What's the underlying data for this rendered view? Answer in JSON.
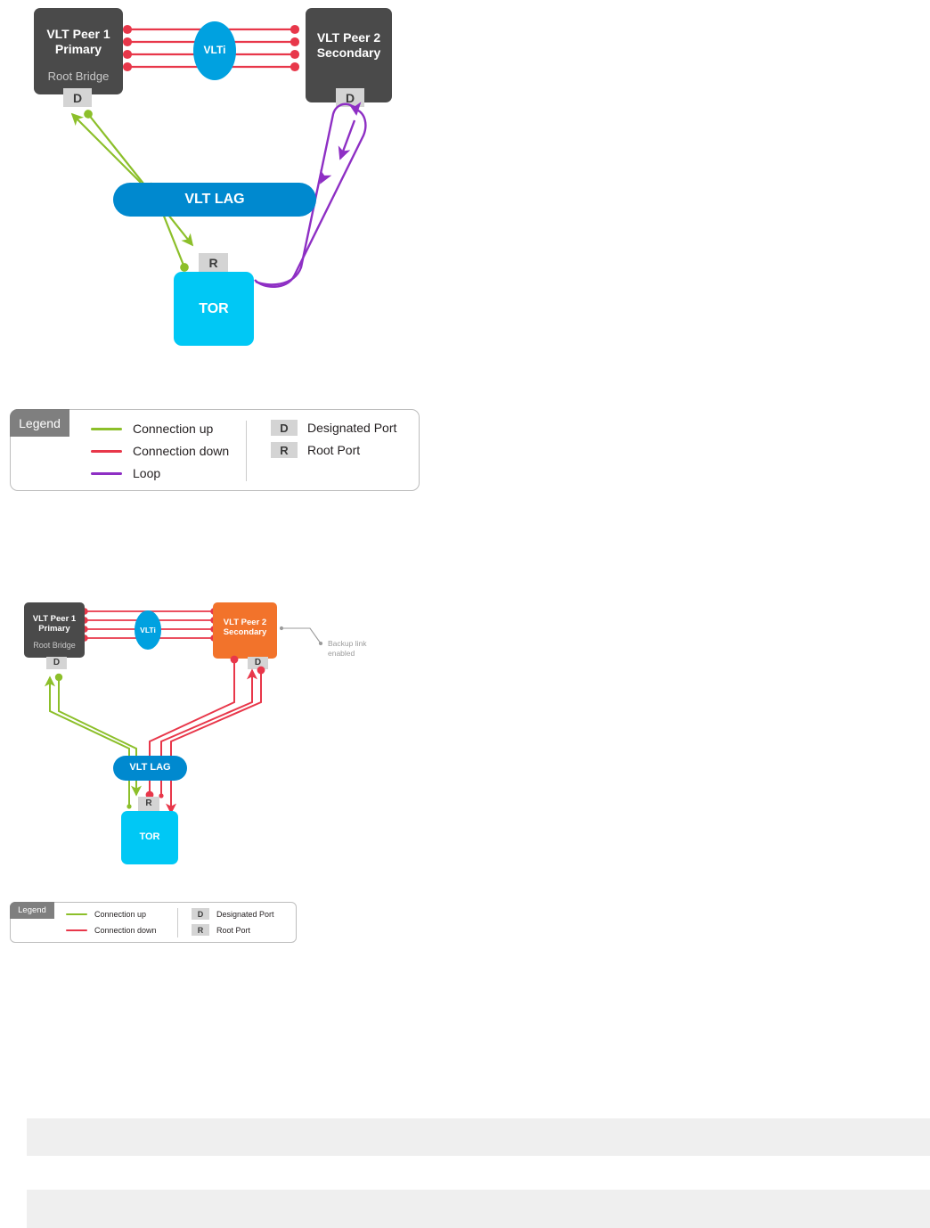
{
  "colors": {
    "peer_dark": "#4a4a4a",
    "peer_orange": "#f2732b",
    "vlti_blue": "#00a1e0",
    "vlt_lag_blue": "#0089cf",
    "tor_cyan": "#00c8f5",
    "connection_up_green": "#8cbf2a",
    "connection_down_red": "#e8374a",
    "loop_purple": "#8e2fc4",
    "port_badge_gray": "#d4d4d4",
    "legend_tab_gray": "#7f7f7f",
    "callout_gray": "#9b9b9b",
    "bottom_bar_gray": "#efefef"
  },
  "figure1": {
    "name": "vlt-stp-loop-topology",
    "nodes": {
      "peer1": {
        "title": "VLT Peer 1\nPrimary",
        "subtitle": "Root Bridge",
        "port": "D"
      },
      "peer2": {
        "title": "VLT Peer 2\nSecondary",
        "port": "D"
      },
      "vlti": {
        "label": "VLTi",
        "link_count": 4
      },
      "vlt_lag": {
        "label": "VLT LAG"
      },
      "tor": {
        "label": "TOR",
        "port": "R"
      }
    }
  },
  "legend1": {
    "title": "Legend",
    "lines": [
      {
        "label": "Connection up",
        "color": "#8cbf2a"
      },
      {
        "label": "Connection down",
        "color": "#e8374a"
      },
      {
        "label": "Loop",
        "color": "#8e2fc4"
      }
    ],
    "ports": [
      {
        "chip": "D",
        "label": "Designated Port"
      },
      {
        "chip": "R",
        "label": "Root Port"
      }
    ]
  },
  "figure2": {
    "name": "vlt-stp-backup-link-topology",
    "nodes": {
      "peer1": {
        "title": "VLT Peer 1\nPrimary",
        "subtitle": "Root Bridge",
        "port": "D"
      },
      "peer2": {
        "title": "VLT Peer 2\nSecondary",
        "port": "D"
      },
      "vlti": {
        "label": "VLTi",
        "link_count": 4
      },
      "vlt_lag": {
        "label": "VLT LAG"
      },
      "tor": {
        "label": "TOR",
        "port": "R"
      }
    },
    "callout": {
      "text": "Backup link\nenabled"
    }
  },
  "legend2": {
    "title": "Legend",
    "lines": [
      {
        "label": "Connection up",
        "color": "#8cbf2a"
      },
      {
        "label": "Connection down",
        "color": "#e8374a"
      }
    ],
    "ports": [
      {
        "chip": "D",
        "label": "Designated Port"
      },
      {
        "chip": "R",
        "label": "Root Port"
      }
    ]
  },
  "bottom_bars": [
    {
      "name": "content-bar-1"
    },
    {
      "name": "content-bar-2"
    }
  ]
}
